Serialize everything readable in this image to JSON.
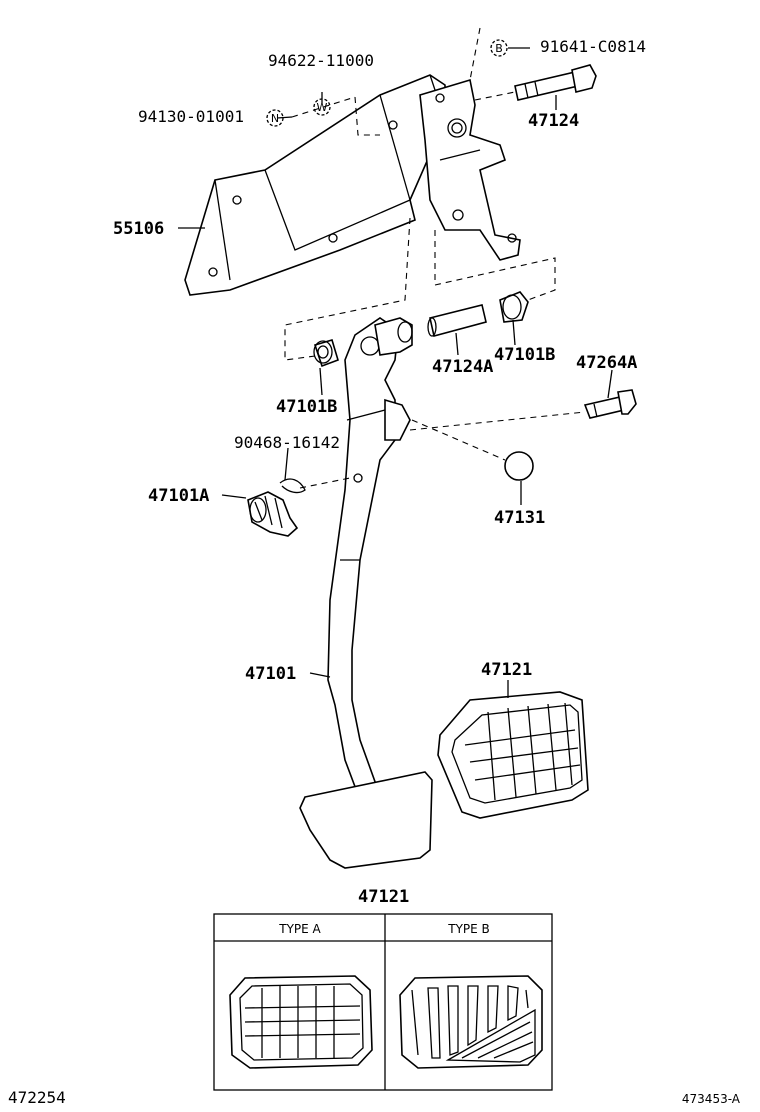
{
  "labels": {
    "p94622_11000": "94622-11000",
    "p91641_c0814": "91641-C0814",
    "p94130_01001": "94130-01001",
    "p47124": "47124",
    "p55106": "55106",
    "p47101b_right": "47101B",
    "p47124a": "47124A",
    "p47264a": "47264A",
    "p47101b_left": "47101B",
    "p90468_16142": "90468-16142",
    "p47101a": "47101A",
    "p47131": "47131",
    "p47101": "47101",
    "p47121_top": "47121",
    "p47121_bottom": "47121"
  },
  "circle_markers": {
    "b": "B",
    "w": "W",
    "n": "N"
  },
  "inset": {
    "type_a": "TYPE A",
    "type_b": "TYPE B"
  },
  "footer": {
    "left_code": "472254",
    "right_code": "473453-A"
  }
}
